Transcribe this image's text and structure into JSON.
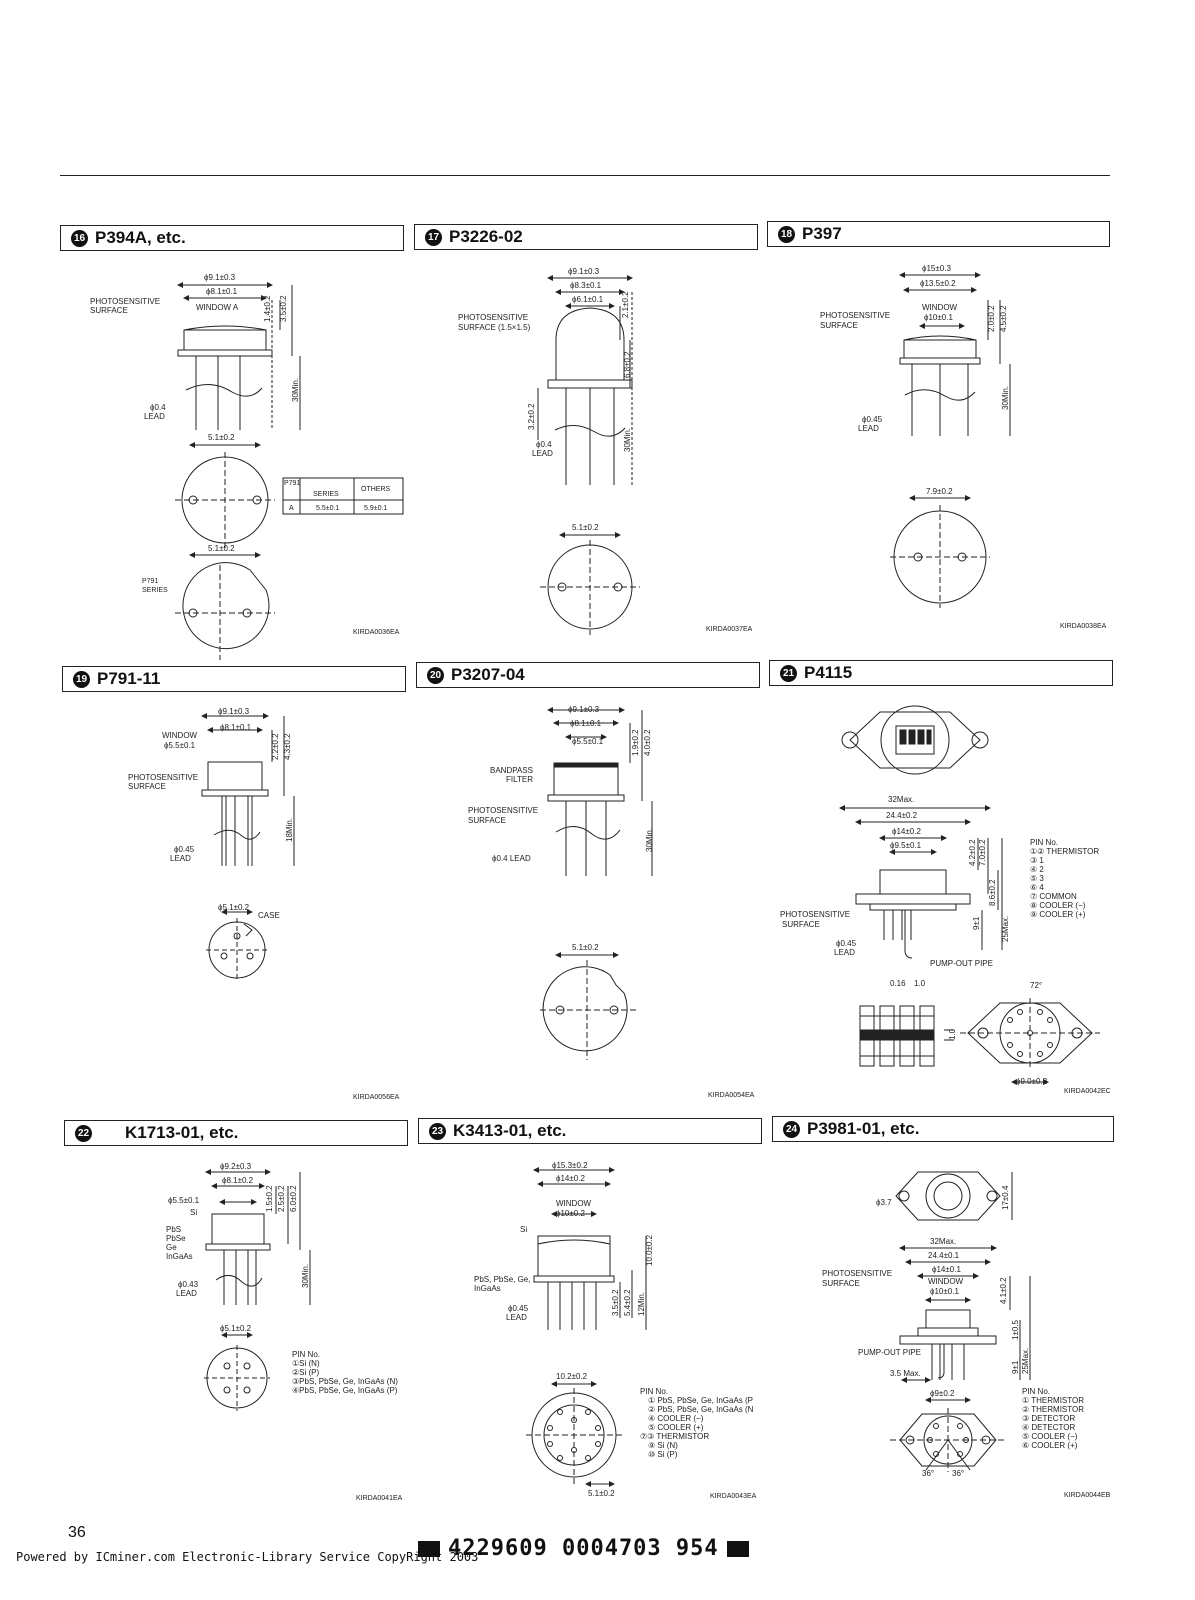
{
  "panels": [
    {
      "num": "16",
      "title": "P394A, etc.",
      "code": "KIRDA0036EA"
    },
    {
      "num": "17",
      "title": "P3226-02",
      "code": "KIRDA0037EA"
    },
    {
      "num": "18",
      "title": "P397",
      "code": "KIRDA0038EA"
    },
    {
      "num": "19",
      "title": "P791-11",
      "code": "KIRDA0056EA"
    },
    {
      "num": "20",
      "title": "P3207-04",
      "code": "KIRDA0054EA"
    },
    {
      "num": "21",
      "title": "P4115",
      "code": "KIRDA0042EC"
    },
    {
      "num": "22",
      "title": "K1713-01, etc.",
      "code": "KIRDA0041EA"
    },
    {
      "num": "23",
      "title": "K3413-01, etc.",
      "code": "KIRDA0043EA"
    },
    {
      "num": "24",
      "title": "P3981-01, etc.",
      "code": "KIRDA0044EB"
    }
  ],
  "p16": {
    "d1": "ϕ9.1±0.3",
    "d2": "ϕ8.1±0.1",
    "window": "WINDOW A",
    "photo1": "PHOTOSENSITIVE",
    "photo2": "SURFACE",
    "h1": "1.4±0.2",
    "h2": "3.5±0.2",
    "lead_len": "30Min.",
    "lead1": "ϕ0.4",
    "lead2": "LEAD",
    "pitch": "5.1±0.2",
    "table": {
      "h1a": "P791",
      "h1b": "SERIES",
      "h2": "OTHERS",
      "row_label": "A",
      "v1": "5.5±0.1",
      "v2": "5.9±0.1"
    },
    "series1": "P791",
    "series2": "SERIES",
    "pitch2": "5.1±0.2"
  },
  "p17": {
    "d1": "ϕ9.1±0.3",
    "d2": "ϕ8.3±0.1",
    "d3": "ϕ6.1±0.1",
    "h1": "2.1±0.2",
    "photo1": "PHOTOSENSITIVE",
    "photo2": "SURFACE (1.5×1.5)",
    "h2": "6.8±0.2",
    "h3": "3.2±0.2",
    "lead1": "ϕ0.4",
    "lead2": "LEAD",
    "lead_len": "30Min.",
    "pitch": "5.1±0.2"
  },
  "p18": {
    "d1": "ϕ15±0.3",
    "d2": "ϕ13.5±0.2",
    "window": "WINDOW",
    "d3": "ϕ10±0.1",
    "h1": "2.0±0.2",
    "h2": "4.5±0.2",
    "photo1": "PHOTOSENSITIVE",
    "photo2": "SURFACE",
    "lead1": "ϕ0.45",
    "lead2": "LEAD",
    "lead_len": "30Min.",
    "pitch": "7.9±0.2"
  },
  "p19": {
    "d1": "ϕ9.1±0.3",
    "window": "WINDOW",
    "d2": "ϕ5.5±0.1",
    "d3": "ϕ8.1±0.1",
    "h1": "2.2±0.2",
    "h2": "4.3±0.2",
    "photo1": "PHOTOSENSITIVE",
    "photo2": "SURFACE",
    "lead1": "ϕ0.45",
    "lead2": "LEAD",
    "lead_len": "18Min.",
    "pitch": "ϕ5.1±0.2",
    "case": "CASE"
  },
  "p20": {
    "d1": "ϕ9.1±0.3",
    "d2": "ϕ8.1±0.1",
    "d3": "ϕ5.5±0.1",
    "h1": "1.9±0.2",
    "h2": "4.0±0.2",
    "filter1": "BANDPASS",
    "filter2": "FILTER",
    "photo1": "PHOTOSENSITIVE",
    "photo2": "SURFACE",
    "lead": "ϕ0.4 LEAD",
    "lead_len": "30Min.",
    "pitch": "5.1±0.2"
  },
  "p21": {
    "w1": "32Max.",
    "w2": "24.4±0.2",
    "w3": "ϕ14±0.2",
    "w4": "ϕ9.5±0.1",
    "h1": "4.2±0.2",
    "h2": "7.0±0.2",
    "h3": "8.6±0.2",
    "h4": "9±1",
    "h5": "25Max.",
    "photo1": "PHOTOSENSITIVE",
    "photo2": "SURFACE",
    "lead1": "ϕ0.45",
    "lead2": "LEAD",
    "pipe": "PUMP-OUT PIPE",
    "pins": [
      "PIN No.",
      "①② THERMISTOR",
      "③   1",
      "④   2",
      "⑤   3",
      "⑥   4",
      "⑦ COMMON",
      "⑧ COOLER (−)",
      "⑨ COOLER (+)"
    ],
    "e1": "0.16",
    "e2": "1.0",
    "e3": "1.0",
    "angle": "72°",
    "pcd": "ϕ9.0±0.2"
  },
  "p22": {
    "d1": "ϕ9.2±0.3",
    "d2": "ϕ8.1±0.2",
    "d3": "ϕ5.5±0.1",
    "h1": "1.5±0.2",
    "h2": "2.5±0.2",
    "h3": "6.0±0.2",
    "si": "Si",
    "m1": "PbS",
    "m2": "PbSe",
    "m3": "Ge",
    "m4": "InGaAs",
    "lead1": "ϕ0.43",
    "lead2": "LEAD",
    "lead_len": "30Min.",
    "pitch": "ϕ5.1±0.2",
    "pins": [
      "PIN No.",
      "①Si (N)",
      "②Si (P)",
      "③PbS, PbSe, Ge, InGaAs (N)",
      "④PbS, PbSe, Ge, InGaAs (P)"
    ]
  },
  "p23": {
    "d1": "ϕ15.3±0.2",
    "d2": "ϕ14±0.2",
    "window": "WINDOW",
    "d3": "ϕ10±0.2",
    "si": "Si",
    "h1": "10.0±0.2",
    "m1": "PbS, PbSe, Ge,",
    "m2": "InGaAs",
    "lead1": "ϕ0.45",
    "lead2": "LEAD",
    "h2": "3.5±0.2",
    "h3": "5.4±0.2",
    "h4": "12Min.",
    "pcd": "10.2±0.2",
    "pitch": "5.1±0.2",
    "pins": [
      "PIN No.",
      "①   PbS, PbSe, Ge, InGaAs (P",
      "②   PbS, PbSe, Ge, InGaAs (N",
      "④   COOLER (−)",
      "⑤   COOLER (+)",
      "⑦③  THERMISTOR",
      "⑨   Si (N)",
      "⑩   Si (P)"
    ]
  },
  "p24": {
    "hole": "ϕ3.7",
    "h0": "17±0.4",
    "w1": "32Max.",
    "w2": "24.4±0.1",
    "w3": "ϕ14±0.1",
    "window": "WINDOW",
    "w4": "ϕ10±0.1",
    "photo1": "PHOTOSENSITIVE",
    "photo2": "SURFACE",
    "h1": "4.1±0.2",
    "h2": "1±0.5",
    "h3": "9±1",
    "h4": "25Max.",
    "pipe": "PUMP-OUT PIPE",
    "m1": "3.5 Max.",
    "pcd": "ϕ9±0.2",
    "a1": "36°",
    "a2": "36°",
    "pins": [
      "PIN No.",
      "① THERMISTOR",
      "② THERMISTOR",
      "③ DETECTOR",
      "④ DETECTOR",
      "⑤ COOLER (−)",
      "⑥ COOLER (+)"
    ]
  },
  "page_number": "36",
  "footer": "Powered by ICminer.com Electronic-Library Service CopyRight 2003",
  "barcode": "4229609 0004703 954"
}
